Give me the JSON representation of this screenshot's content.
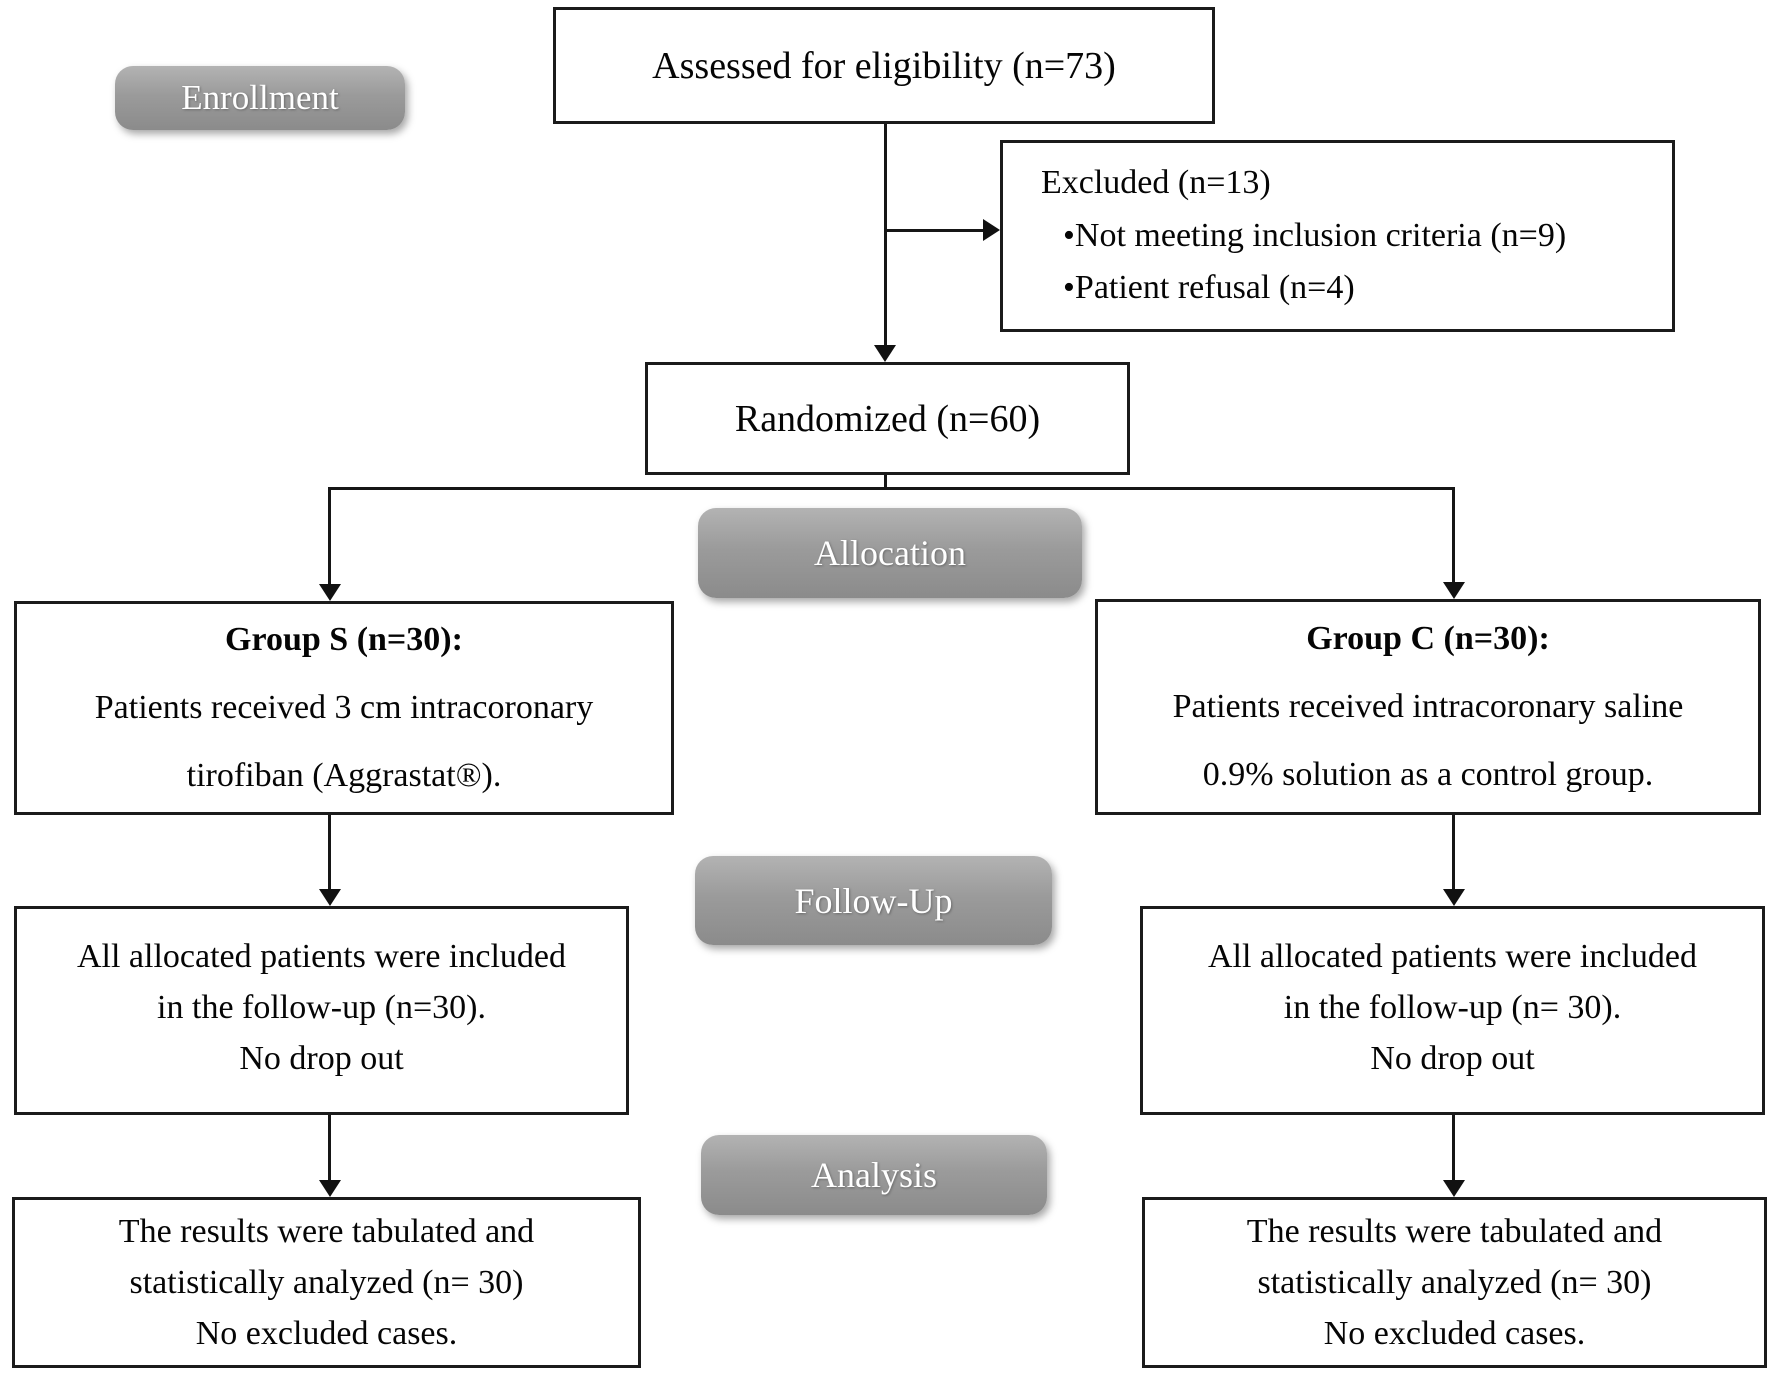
{
  "figure": {
    "type": "consort-flow-diagram",
    "stage_badges": {
      "enrollment": "Enrollment",
      "allocation": "Allocation",
      "followup": "Follow-Up",
      "analysis": "Analysis"
    },
    "boxes": {
      "assessed": {
        "text": "Assessed for eligibility (n=73)"
      },
      "excluded": {
        "title": "Excluded (n=13)",
        "items": [
          "•Not meeting inclusion criteria (n=9)",
          "•Patient refusal (n=4)"
        ]
      },
      "randomized": {
        "text": "Randomized (n=60)"
      },
      "group_s": {
        "title": "Group S (n=30):",
        "lines": [
          "Patients received 3 cm intracoronary",
          "tirofiban (Aggrastat®)."
        ]
      },
      "group_c": {
        "title": "Group C (n=30):",
        "lines": [
          "Patients received intracoronary saline",
          "0.9% solution as a control group."
        ]
      },
      "followup_s": {
        "lines": [
          "All allocated patients were included",
          "in the follow-up (n=30).",
          "No drop out"
        ]
      },
      "followup_c": {
        "lines": [
          "All allocated patients were included",
          "in the follow-up (n= 30).",
          "No drop out"
        ]
      },
      "analysis_s": {
        "lines": [
          "The results were tabulated and",
          "statistically analyzed (n= 30)",
          "No excluded cases."
        ]
      },
      "analysis_c": {
        "lines": [
          "The results were tabulated and",
          "statistically analyzed (n= 30)",
          "No excluded cases."
        ]
      }
    },
    "colors": {
      "box_border": "#1b1b1b",
      "box_background": "#ffffff",
      "badge_fill_top": "#b3b3b3",
      "badge_fill_bottom": "#8b8b8b",
      "badge_text": "#ffffff",
      "connector": "#161616",
      "text": "#050505",
      "page_background": "#ffffff"
    }
  }
}
